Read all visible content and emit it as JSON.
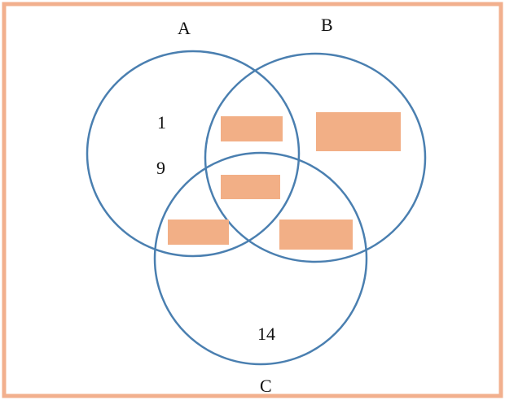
{
  "sets": {
    "a": {
      "label": "A"
    },
    "b": {
      "label": "B"
    },
    "c": {
      "label": "C"
    }
  },
  "regions": {
    "a_only_first": "1",
    "a_only_second": "9",
    "c_only": "14"
  },
  "colors": {
    "frame": "#F2B08E",
    "circle": "#4A7FB0",
    "hidden_box": "#F2AF86"
  }
}
